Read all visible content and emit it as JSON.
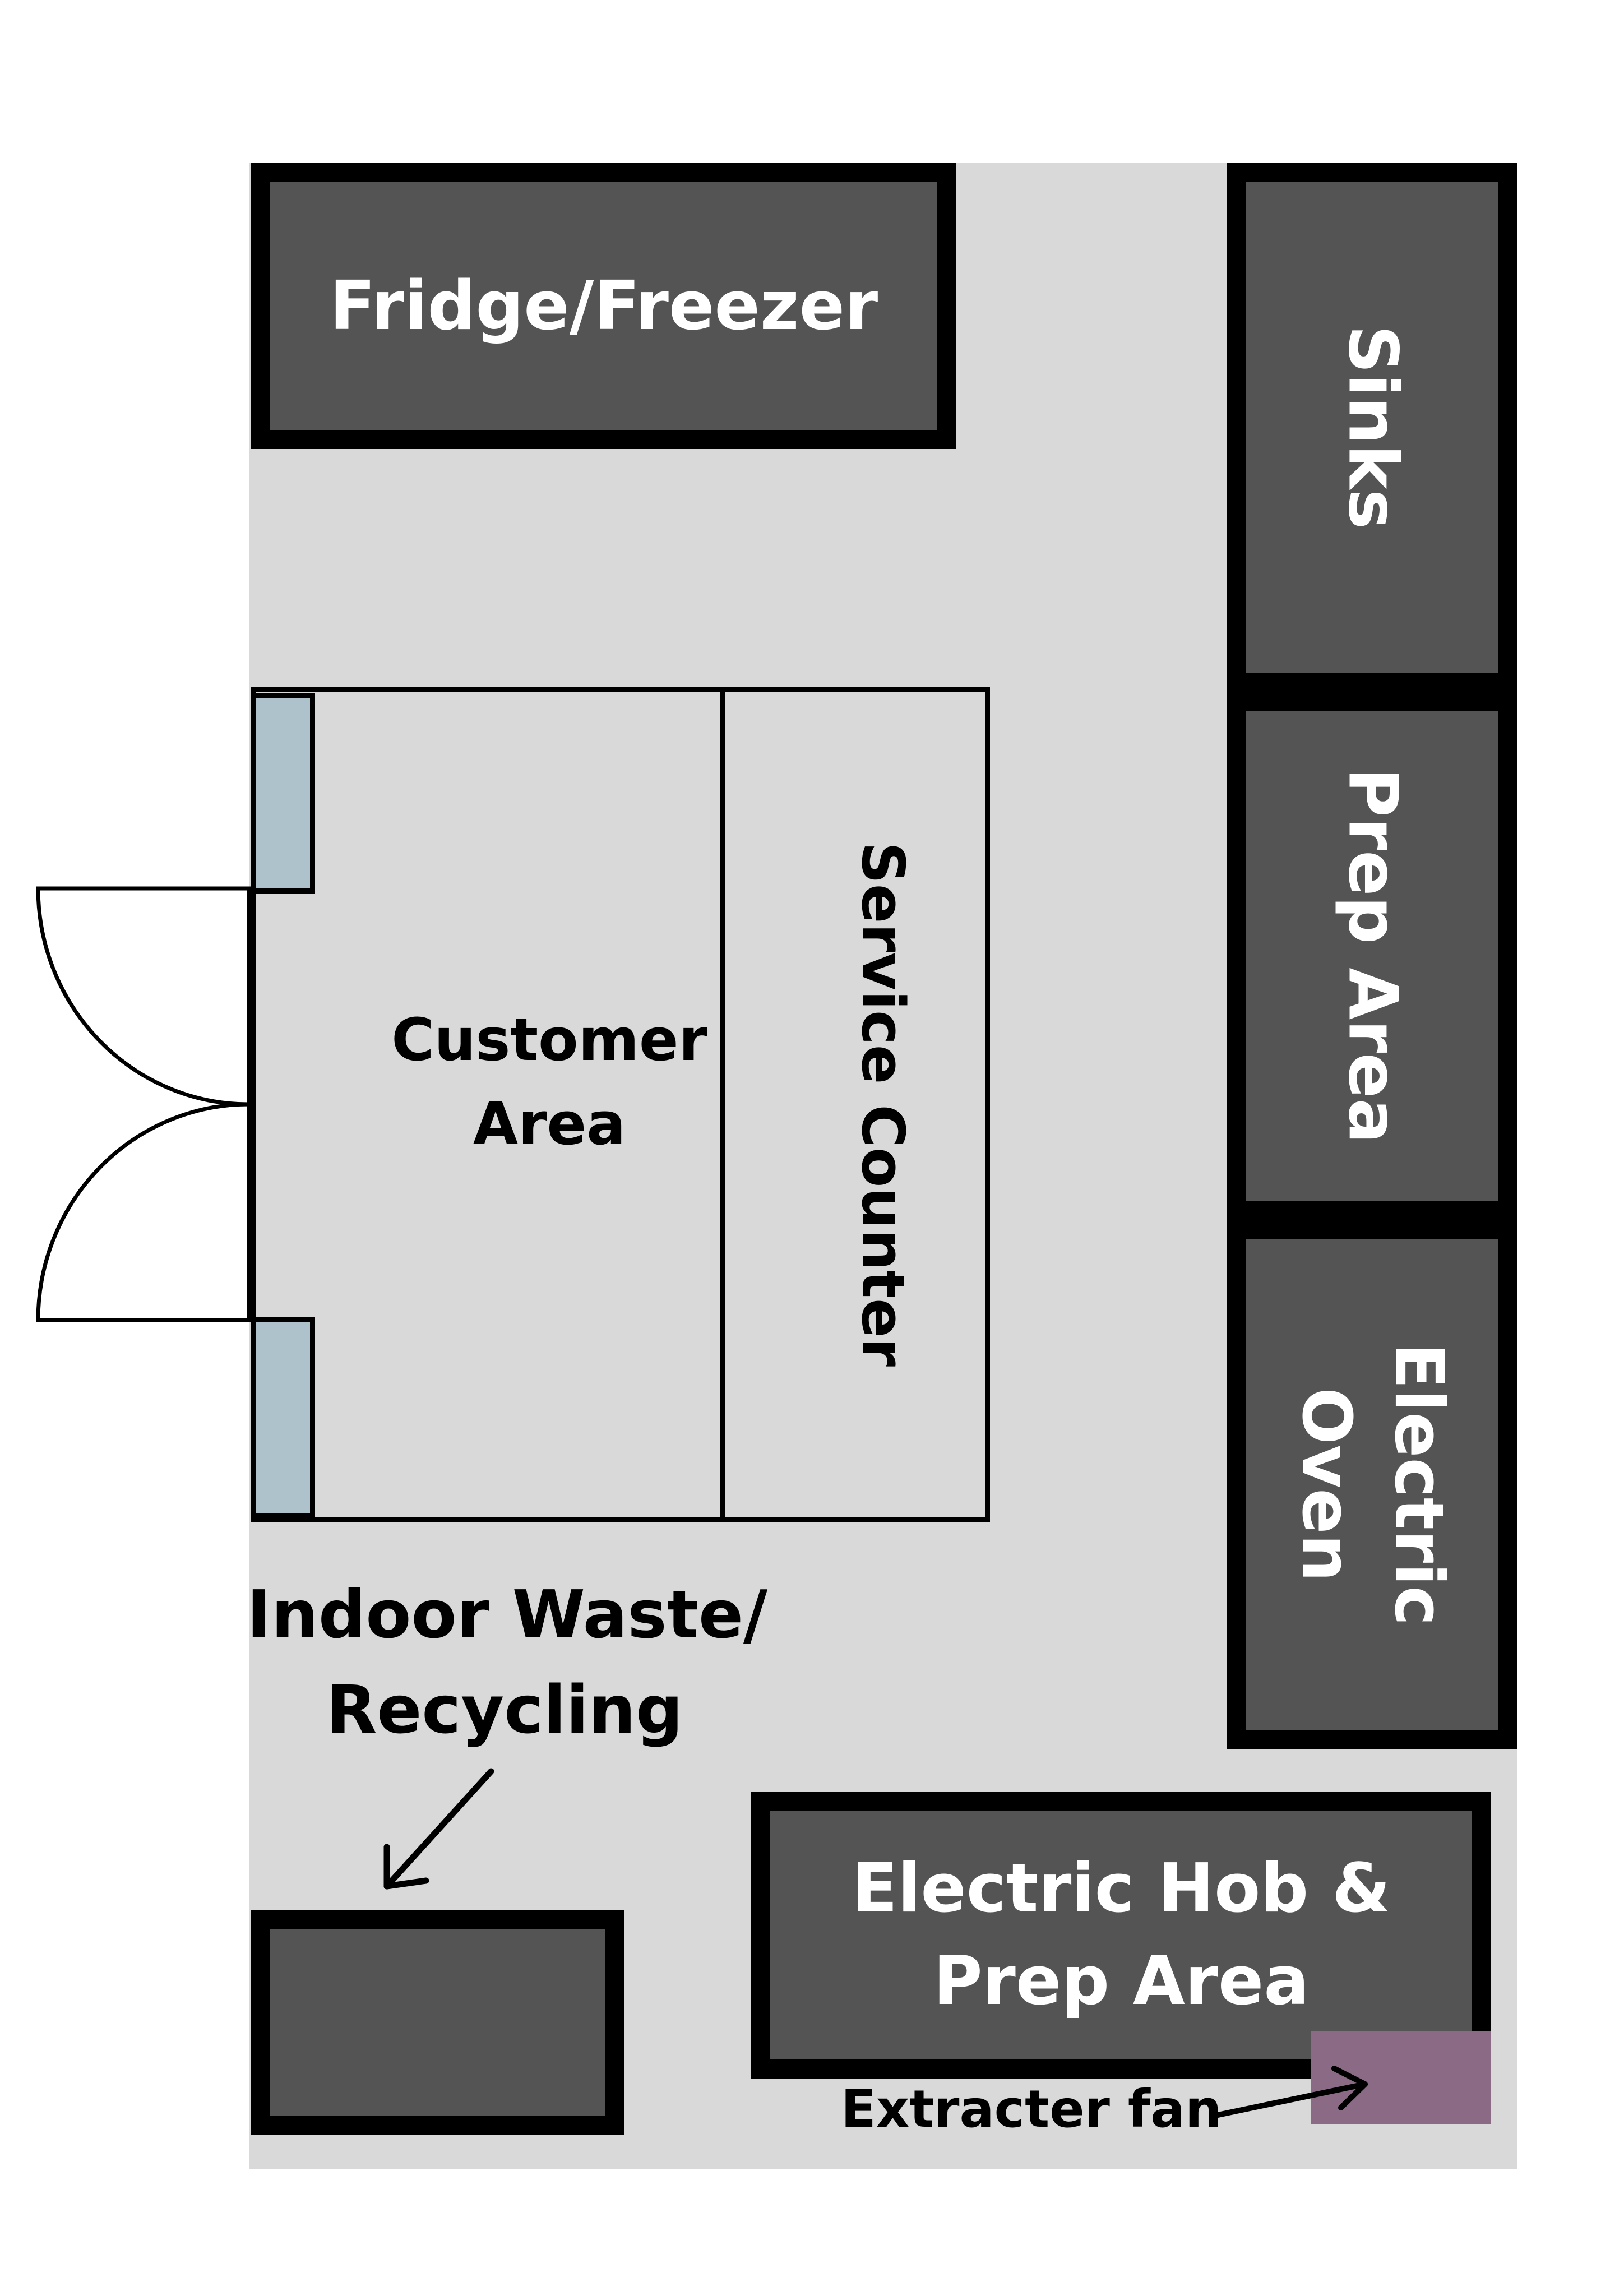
{
  "labels": {
    "fridge_freezer": "Fridge/Freezer",
    "sinks": "Sinks",
    "prep_area_right": "Prep Area",
    "electric_oven_line1": "Electric",
    "electric_oven_line2": "Oven",
    "customer_area_line1": "Customer",
    "customer_area_line2": "Area",
    "service_counter": "Service Counter",
    "waste_line1": "Indoor Waste/",
    "waste_line2": "Recycling",
    "hob_line1": "Electric Hob &",
    "hob_line2": "Prep Area",
    "extracter_fan": "Extracter fan"
  },
  "colors": {
    "floor": "#d9d9d9",
    "unit_fill": "#545454",
    "unit_border": "#000000",
    "window": "#aec2cc",
    "extracter_fan": "#8a6a85",
    "unit_text": "#ffffff",
    "label_text": "#000000"
  },
  "icons": {
    "door": "double-door-swing-icon",
    "arrow_waste": "arrow-down-left-icon",
    "arrow_fan": "arrow-right-icon"
  }
}
